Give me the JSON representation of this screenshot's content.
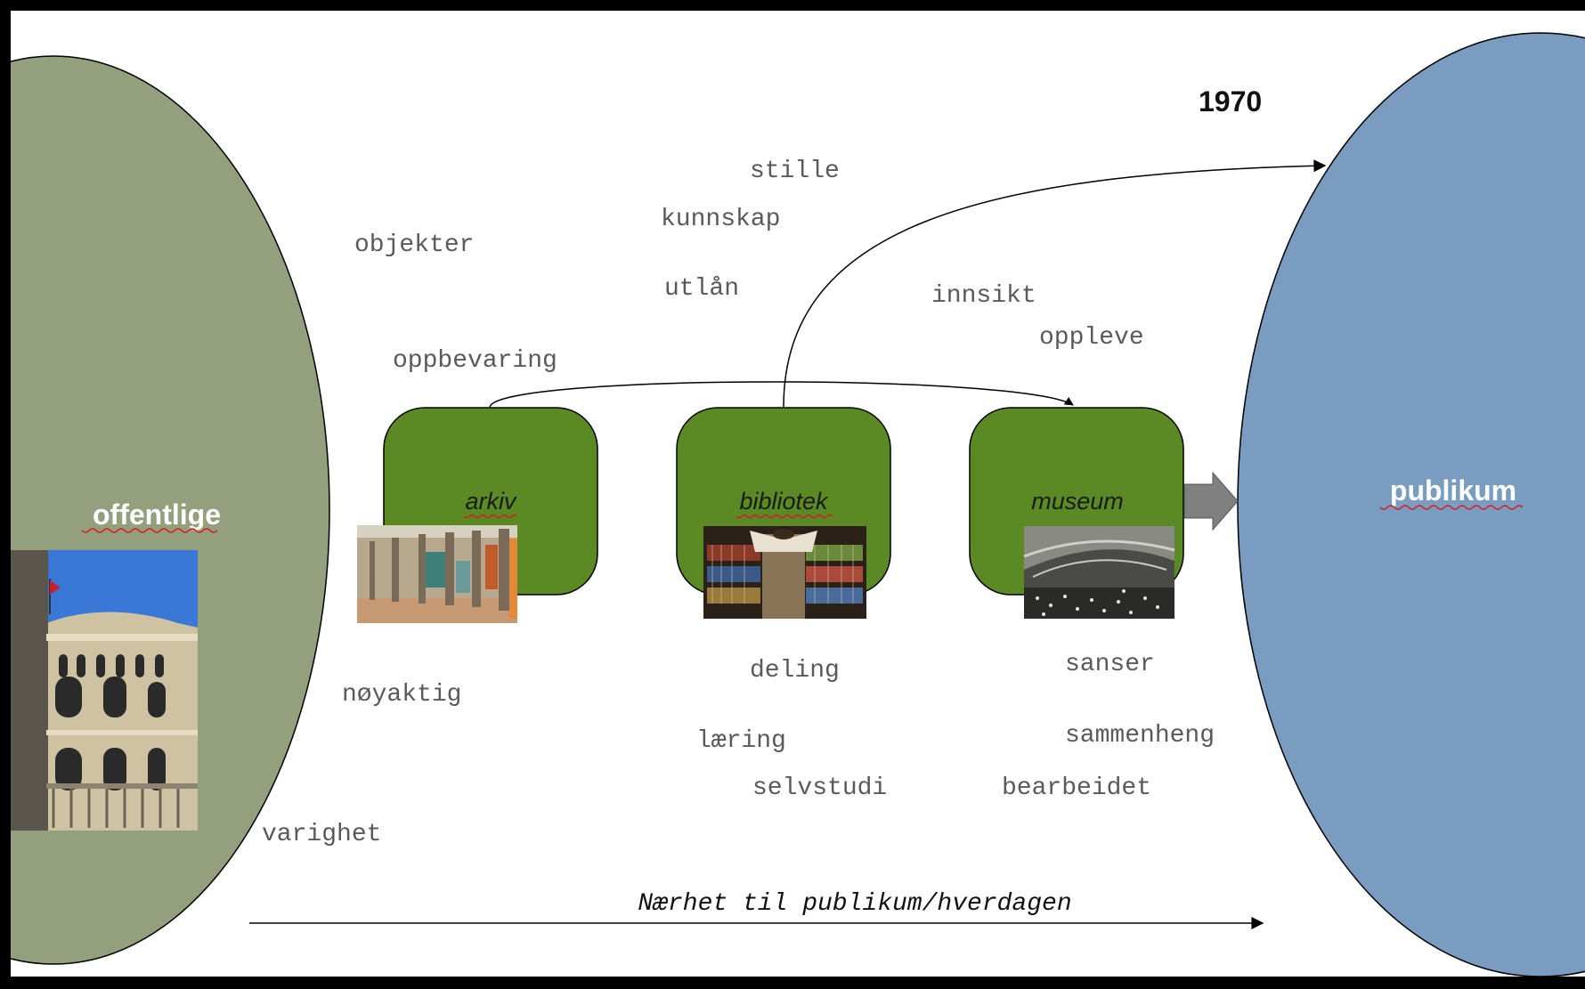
{
  "year_label": "1970",
  "left_ellipse": {
    "label": "offentlige",
    "color": "#949f7e"
  },
  "right_ellipse": {
    "label": "publikum",
    "color": "#7a9cc0"
  },
  "boxes": [
    {
      "label": "arkiv",
      "color": "#5b8a24"
    },
    {
      "label": "bibliotek",
      "color": "#5b8a24"
    },
    {
      "label": "museum",
      "color": "#5b8a24"
    }
  ],
  "words": {
    "stille": "stille",
    "kunnskap": "kunnskap",
    "objekter": "objekter",
    "utlan": "utlån",
    "innsikt": "innsikt",
    "oppleve": "oppleve",
    "oppbevaring": "oppbevaring",
    "noyaktig": "nøyaktig",
    "deling": "deling",
    "sanser": "sanser",
    "laering": "læring",
    "sammenheng": "sammenheng",
    "selvstudi": "selvstudi",
    "bearbeidet": "bearbeidet",
    "varighet": "varighet"
  },
  "axis_label": "Nærhet til publikum/hverdagen",
  "icons": {
    "parliament": "parliament-building-photo",
    "archive": "archive-shelves-photo",
    "library": "library-reader-photo",
    "museum": "museum-interior-photo"
  }
}
